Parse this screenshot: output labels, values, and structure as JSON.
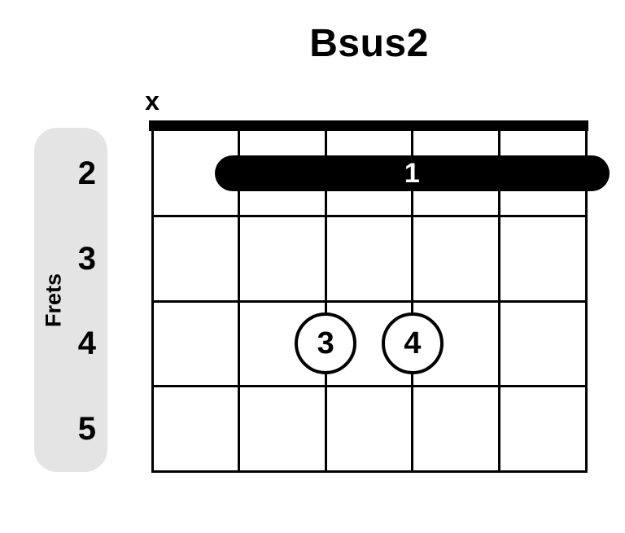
{
  "chord": {
    "name": "Bsus2",
    "axis": {
      "label": "Frets",
      "fret_numbers": [
        "2",
        "3",
        "4",
        "5"
      ]
    },
    "strings": 6,
    "mute_marker": "x",
    "muted_strings": [
      1
    ],
    "barre": {
      "label": "1",
      "fret": "2",
      "from_string": 2,
      "to_string": 6
    },
    "fingers": [
      {
        "label": "3",
        "fret": "4",
        "string": 3
      },
      {
        "label": "4",
        "fret": "4",
        "string": 4
      }
    ],
    "colors": {
      "ink": "#000000",
      "background": "#ffffff",
      "sidebar_bg": "#e4e4e4",
      "barre_text": "#ffffff"
    }
  }
}
